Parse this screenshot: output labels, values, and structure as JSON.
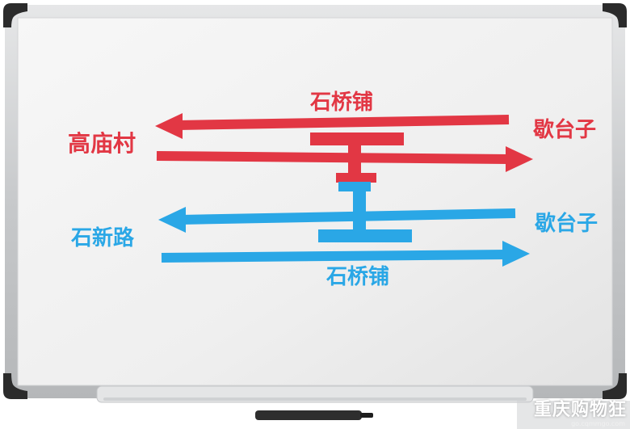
{
  "diagram": {
    "top_road": {
      "left_end": "高庙村",
      "right_end": "歇台子",
      "segment_label": "石桥铺"
    },
    "bottom_road": {
      "left_end": "石新路",
      "right_end": "歇台子",
      "segment_label": "石桥铺"
    }
  },
  "watermark": {
    "text": "重庆购物狂",
    "subtext": "go.cqmmgo.com"
  },
  "colors": {
    "top_road": "#e23744",
    "bottom_road": "#2aa7e6",
    "board_frame": "#c9cbcd",
    "board_surface": "#f2f2f2",
    "corner": "#2b2b2b"
  }
}
